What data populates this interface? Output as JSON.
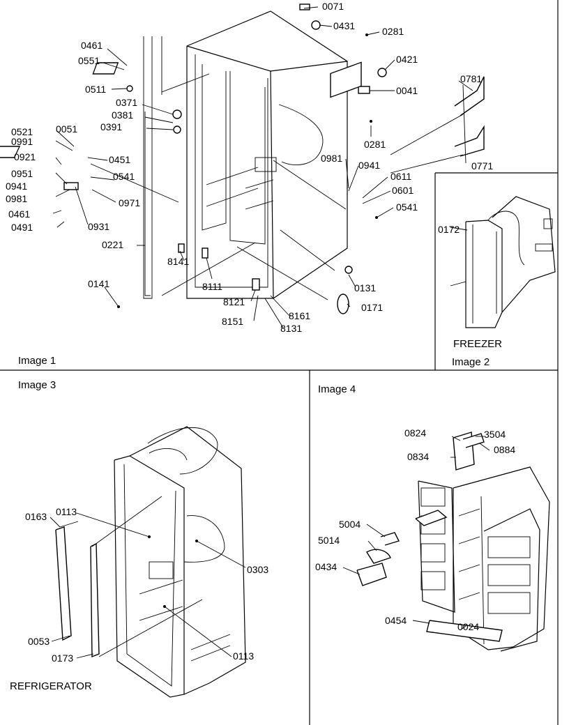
{
  "panels": [
    {
      "caption": "Image 1",
      "callouts": [
        "0071",
        "0431",
        "0281",
        "0461",
        "0551",
        "0421",
        "0511",
        "0041",
        "0781",
        "0371",
        "0381",
        "0391",
        "0521",
        "0051",
        "0991",
        "0281",
        "0921",
        "0451",
        "0981",
        "0941",
        "0611",
        "0541",
        "0951",
        "0601",
        "0941",
        "0971",
        "0541",
        "0981",
        "0461",
        "0931",
        "0491",
        "0221",
        "8141",
        "8111",
        "0131",
        "0141",
        "8121",
        "8161",
        "0171",
        "8151",
        "8131"
      ]
    },
    {
      "caption": "Image 2",
      "label": "FREEZER",
      "callouts": [
        "0771",
        "0172"
      ]
    },
    {
      "caption": "Image 3",
      "label": "REFRIGERATOR",
      "callouts": [
        "0163",
        "0113",
        "0303",
        "0053",
        "0173",
        "0113"
      ]
    },
    {
      "caption": "Image 4",
      "callouts": [
        "0824",
        "3504",
        "0884",
        "0834",
        "5004",
        "5014",
        "0434",
        "0454",
        "0024"
      ]
    }
  ]
}
